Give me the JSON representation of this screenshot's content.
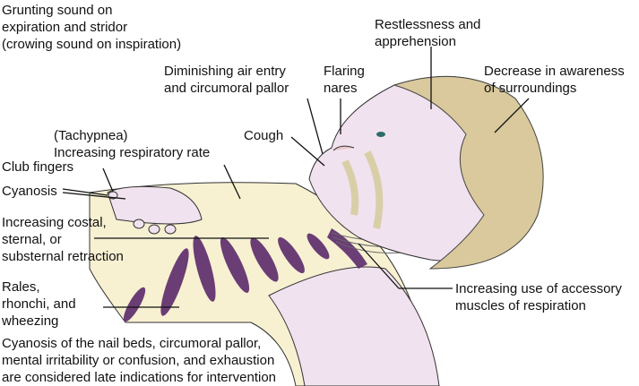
{
  "labels": {
    "grunting": "Grunting sound on\nexpiration and stridor\n(crowing sound on inspiration)",
    "restlessness": "Restlessness and\napprehension",
    "diminishing": "Diminishing air entry\nand circumoral pallor",
    "flaring": "Flaring\nnares",
    "awareness": "Decrease in awareness\nof surroundings",
    "tachypnea": "(Tachypnea)\nIncreasing respiratory rate",
    "cough": "Cough",
    "club_fingers": "Club fingers",
    "cyanosis": "Cyanosis",
    "retraction": "Increasing costal,\nsternal, or\nsubsternal retraction",
    "rales": "Rales,\nrhonchi, and\nwheezing",
    "accessory": "Increasing use of accessory\nmuscles of respiration",
    "footnote": "Cyanosis of the nail beds, circumoral pallor,\nmental irritability or confusion, and exhaustion\nare considered late indications for intervention"
  },
  "colors": {
    "skin": "#f1e2ef",
    "body": "#f7f1d2",
    "hair": "#d9c99c",
    "rib": "#5c2a6c"
  }
}
